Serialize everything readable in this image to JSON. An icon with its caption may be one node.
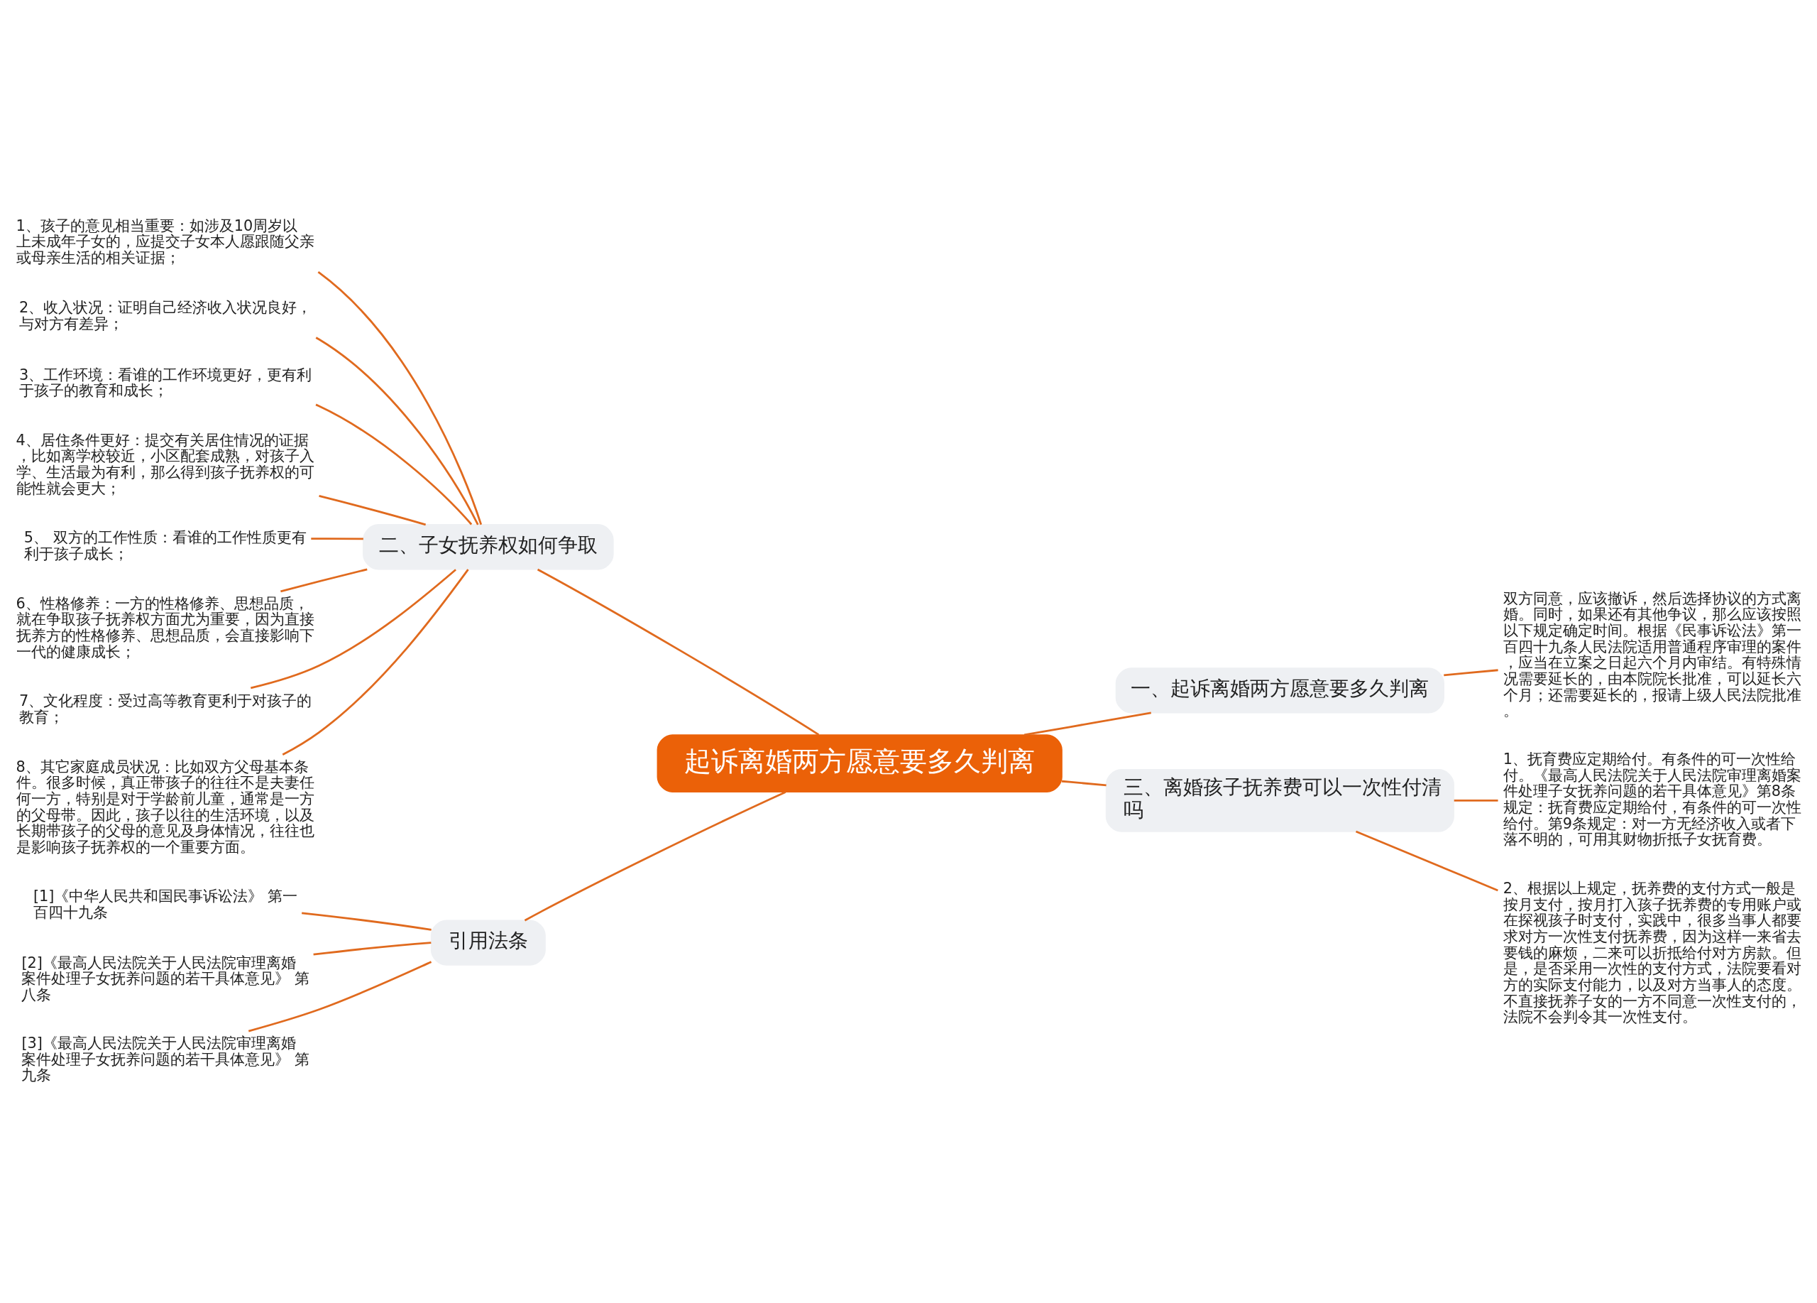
{
  "diagram": {
    "nodes": [
      {
        "text": [
          "起诉离婚两方愿意要多久判离"
        ]
      },
      {
        "text": [
          "一、起诉离婚两方愿意要多久判离"
        ]
      },
      {
        "text": [
          "双方同意，应该撤诉，然后选择协议的方式离婚。同时，如果还有其他争议，那么应该按照以下规定确定时间。根据《民事诉讼法》第一百四十九条人民法院适用普通程序审理的案件，应当在立案之日起六个月内审结。有特殊情况需要延长的，由本院院长批准，可以延长六个月；还需要延长的，报请上级人民法院批准。"
        ]
      },
      {
        "text": [
          "二、子女抚养权如何争取"
        ]
      },
      {
        "text": [
          "1、孩子的意见相当重要：如涉及10周岁以上未成年子女的，应提交子女本人愿跟随父亲或母亲生活的相关证据；"
        ]
      },
      {
        "text": [
          "2、收入状况：证明自己经济收入状况良好，与对方有差异；"
        ]
      },
      {
        "text": [
          "3、工作环境：看谁的工作环境更好，更有利于孩子的教育和成长；"
        ]
      },
      {
        "text": [
          "4、居住条件更好：提交有关居住情况的证据，比如离学校较近，小区配套成熟，对孩子入学、生活最为有利，那么得到孩子抚养权的可能性就会更大；"
        ]
      },
      {
        "text": [
          "5、 双方的工作性质：看谁的工作性质更有利于孩子成长；"
        ]
      },
      {
        "text": [
          "6、性格修养：一方的性格修养、思想品质，就在争取孩子抚养权方面尤为重要，因为直接抚养方的性格修养、思想品质，会直接影响下一代的健康成长；"
        ]
      },
      {
        "text": [
          "7、文化程度：受过高等教育更利于对孩子的教育；"
        ]
      },
      {
        "text": [
          "8、其它家庭成员状况：比如双方父母基本条件。很多时候，真正带孩子的往往不是夫妻任何一方，特别是对于学龄前儿童，通常是一方的父母带。因此，孩子以往的生活环境，以及长期带孩子的父母的意见及身体情况，往往也是影响孩子抚养权的一个重要方面。"
        ]
      },
      {
        "text": [
          "三、离婚孩子抚养费可以一次性付清吗"
        ]
      },
      {
        "text": [
          "1、抚育费应定期给付。有条件的可一次性给付。《最高人民法院关于人民法院审理离婚案件处理子女抚养问题的若干具体意见》第8条规定：抚育费应定期给付，有条件的可一次性给付。第9条规定：对一方无经济收入或者下落不明的，可用其财物折抵子女抚育费。"
        ]
      },
      {
        "text": [
          "2、根据以上规定，抚养费的支付方式一般是按月支付，按月打入孩子抚养费的专用账户或在探视孩子时支付，实践中，很多当事人都要求对方一次性支付抚养费，因为这样一来省去要钱的麻烦，二来可以折抵给付对方房款。但是，是否采用一次性的支付方式，法院要看对方的实际支付能力，以及对方当事人的态度。不直接抚养子女的一方不同意一次性支付的，法院不会判令其一次性支付。"
        ]
      },
      {
        "text": [
          "引用法条"
        ]
      },
      {
        "text": [
          "[1]《中华人民共和国民事诉讼法》 第一百四十九条"
        ]
      },
      {
        "text": [
          "[2]《最高人民法院关于人民法院审理离婚案件处理子女抚养问题的若干具体意见》 第八条"
        ]
      },
      {
        "text": [
          "[3]《最高人民法院关于人民法院审理离婚案件处理子女抚养问题的若干具体意见》 第九条"
        ]
      }
    ],
    "edges": [
      {
        "from": 0,
        "to": 1,
        "arrow": "none"
      },
      {
        "from": 1,
        "to": 2,
        "arrow": "none"
      },
      {
        "from": 0,
        "to": 3,
        "arrow": "none"
      },
      {
        "from": 3,
        "to": 4,
        "arrow": "none"
      },
      {
        "from": 3,
        "to": 5,
        "arrow": "none"
      },
      {
        "from": 3,
        "to": 6,
        "arrow": "none"
      },
      {
        "from": 3,
        "to": 7,
        "arrow": "none"
      },
      {
        "from": 3,
        "to": 8,
        "arrow": "none"
      },
      {
        "from": 3,
        "to": 9,
        "arrow": "none"
      },
      {
        "from": 3,
        "to": 10,
        "arrow": "none"
      },
      {
        "from": 3,
        "to": 11,
        "arrow": "none"
      },
      {
        "from": 0,
        "to": 12,
        "arrow": "none"
      },
      {
        "from": 12,
        "to": 13,
        "arrow": "none"
      },
      {
        "from": 12,
        "to": 14,
        "arrow": "none"
      },
      {
        "from": 0,
        "to": 15,
        "arrow": "none"
      },
      {
        "from": 15,
        "to": 16,
        "arrow": "none"
      },
      {
        "from": 15,
        "to": 17,
        "arrow": "none"
      },
      {
        "from": 15,
        "to": 18,
        "arrow": "none"
      }
    ]
  }
}
